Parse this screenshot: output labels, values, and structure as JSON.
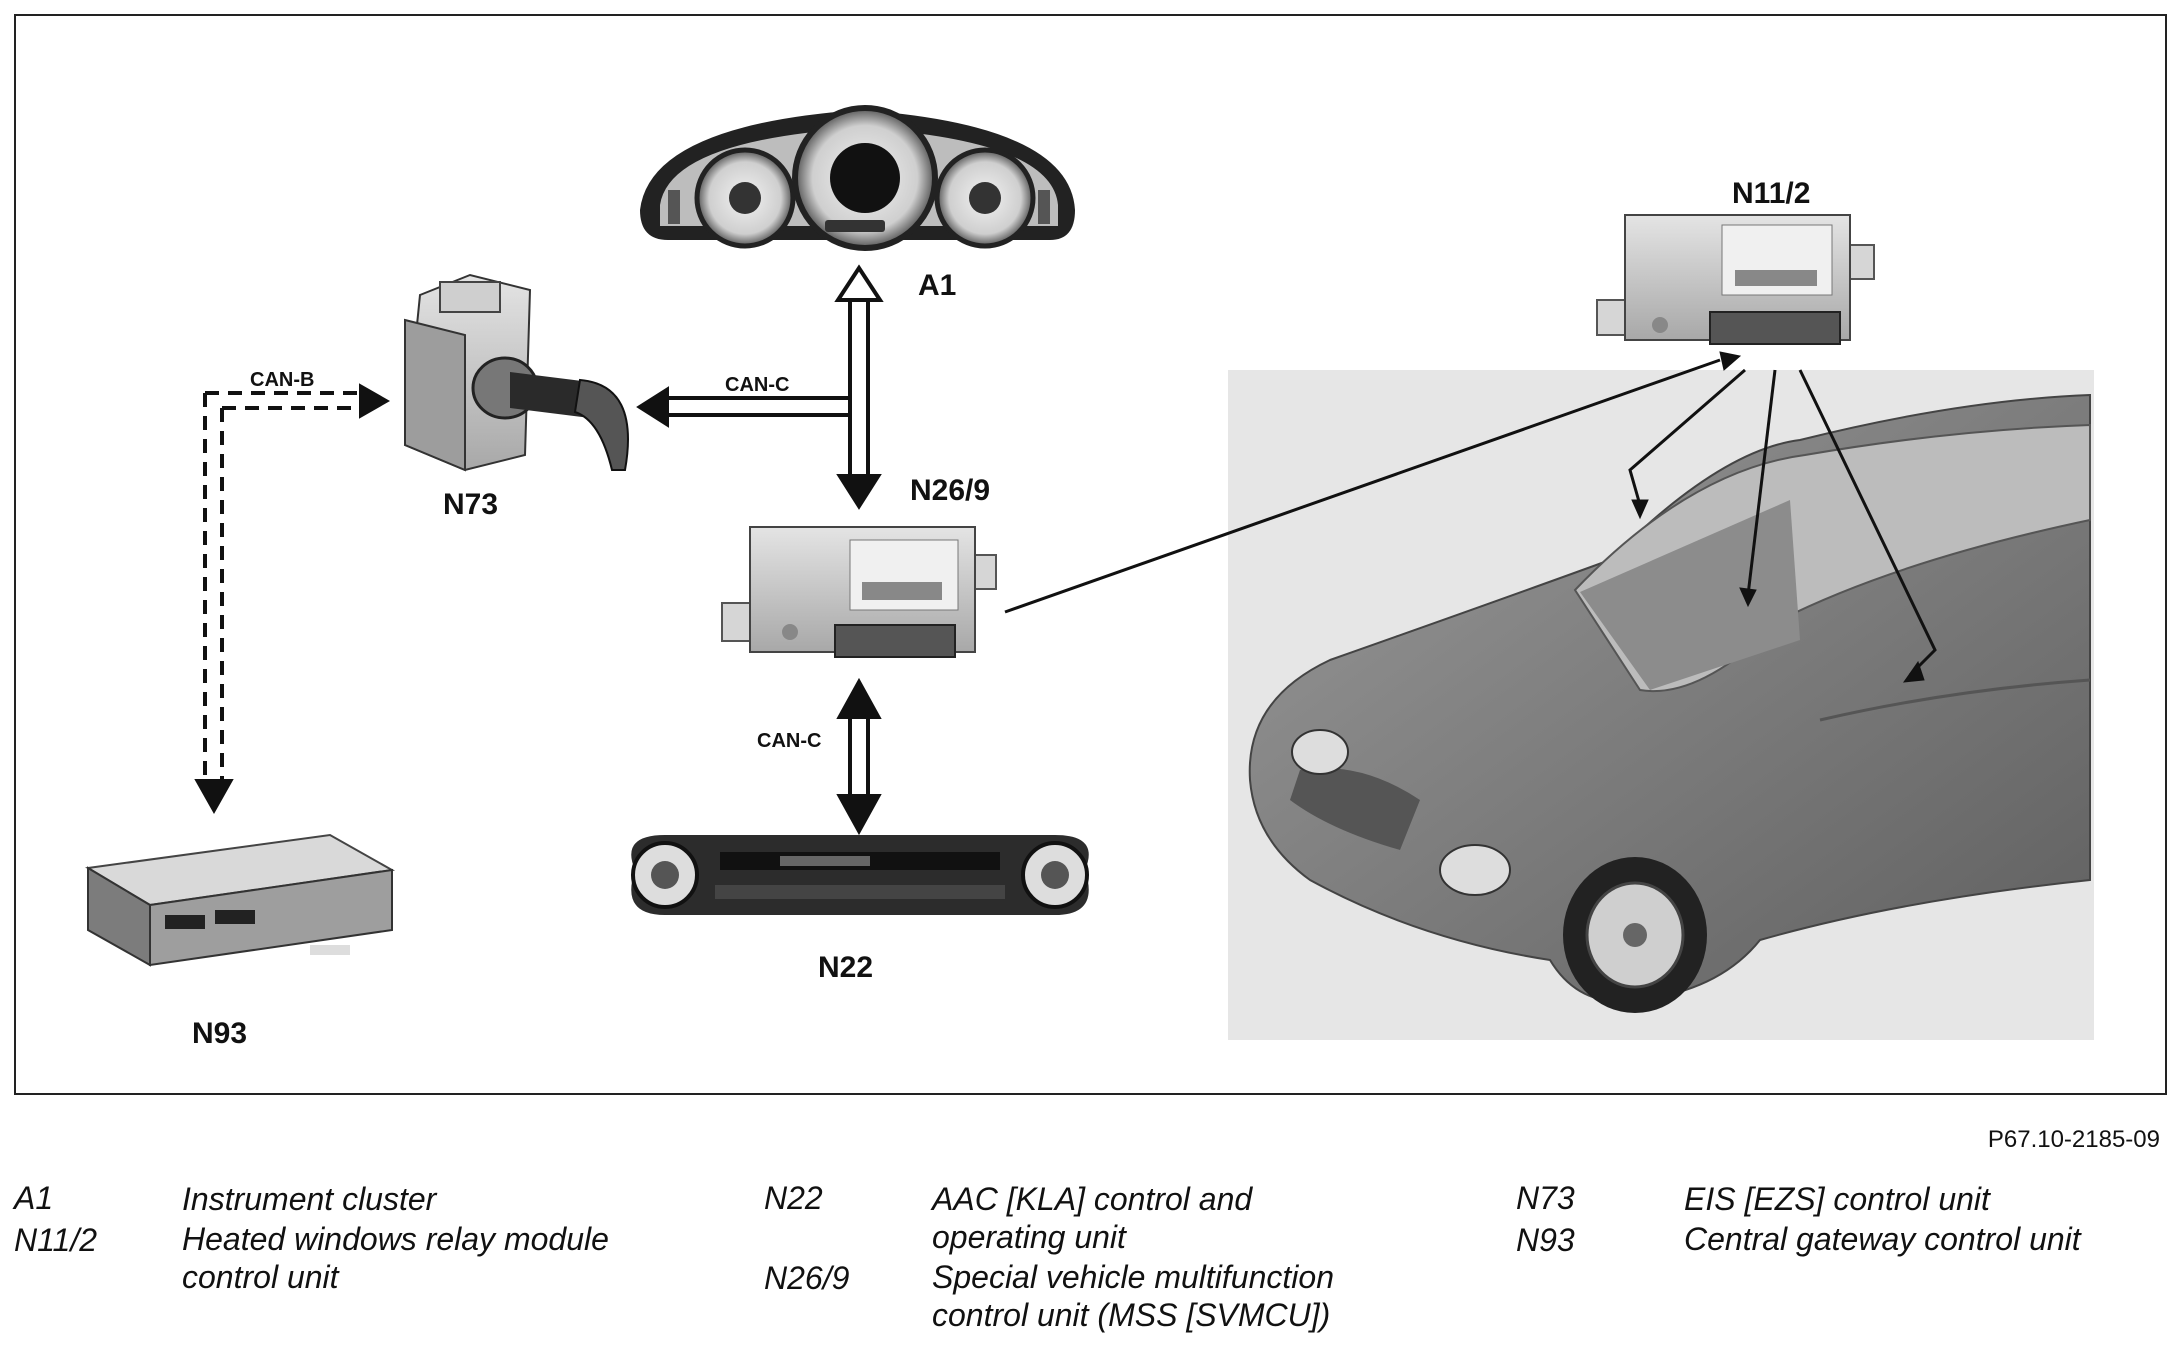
{
  "diagram": {
    "nodes": {
      "a1": "A1",
      "n11_2": "N11/2",
      "n73": "N73",
      "n26_9": "N26/9",
      "n22": "N22",
      "n93": "N93"
    },
    "buses": {
      "can_b": "CAN-B",
      "can_c_top": "CAN-C",
      "can_c_bottom": "CAN-C"
    }
  },
  "figure_id": "P67.10-2185-09",
  "legend": [
    {
      "code": "A1",
      "description": "Instrument cluster"
    },
    {
      "code": "N11/2",
      "description": "Heated windows relay module control unit"
    },
    {
      "code": "N22",
      "description": "AAC [KLA] control and operating unit"
    },
    {
      "code": "N26/9",
      "description": "Special vehicle multifunction control unit (MSS [SVMCU])"
    },
    {
      "code": "N73",
      "description": "EIS [EZS] control unit"
    },
    {
      "code": "N93",
      "description": "Central gateway control unit"
    }
  ],
  "colors": {
    "module_body": "#c9c9c9",
    "car_body": "#7d7d7d",
    "photo_background": "#e6e6e6",
    "line": "#111111"
  }
}
